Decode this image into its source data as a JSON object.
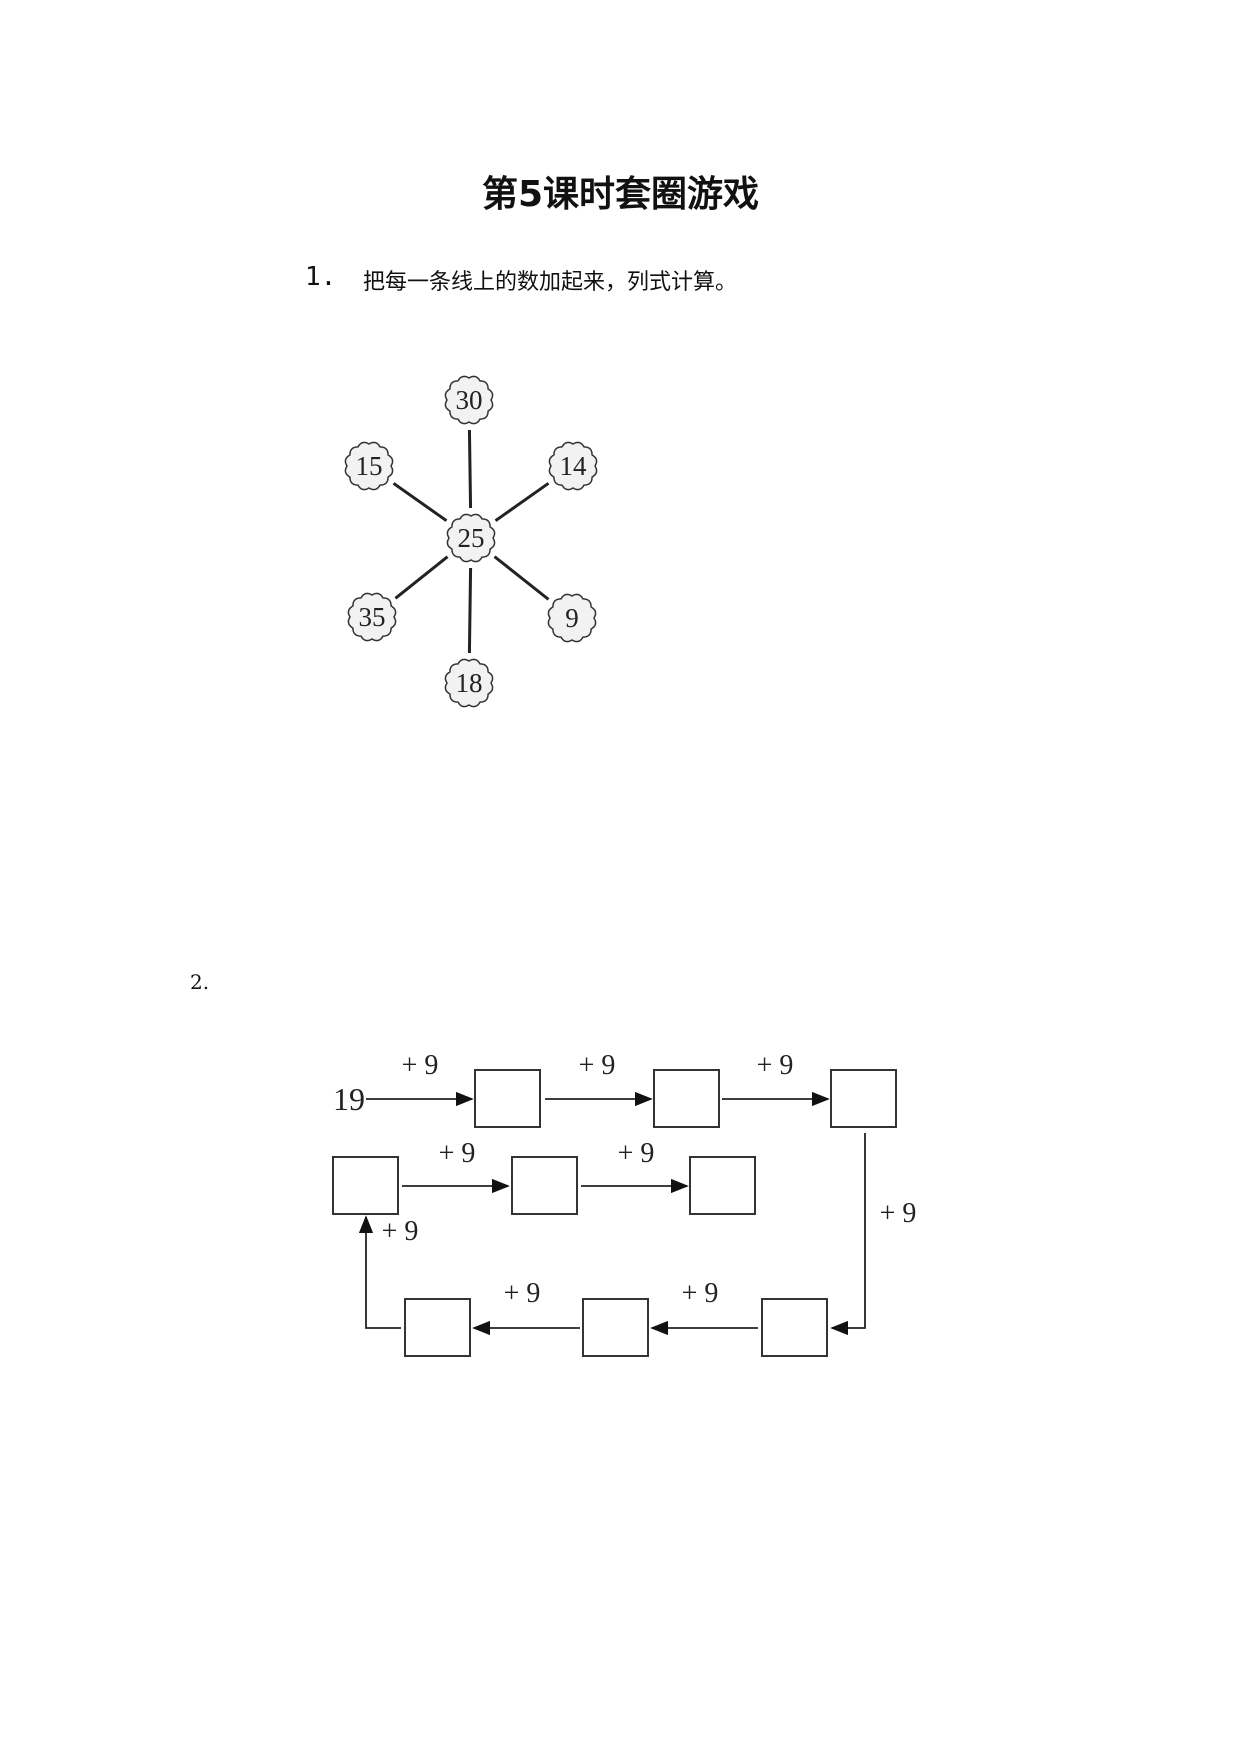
{
  "title": "第5课时套圈游戏",
  "q1": {
    "number": "1.",
    "instruction": "把每一条线上的数加起来，列式计算。",
    "center": "25",
    "outer": [
      "30",
      "14",
      "9",
      "18",
      "35",
      "15"
    ]
  },
  "q2": {
    "number": "2.",
    "start": "19",
    "step": "+ 9"
  }
}
